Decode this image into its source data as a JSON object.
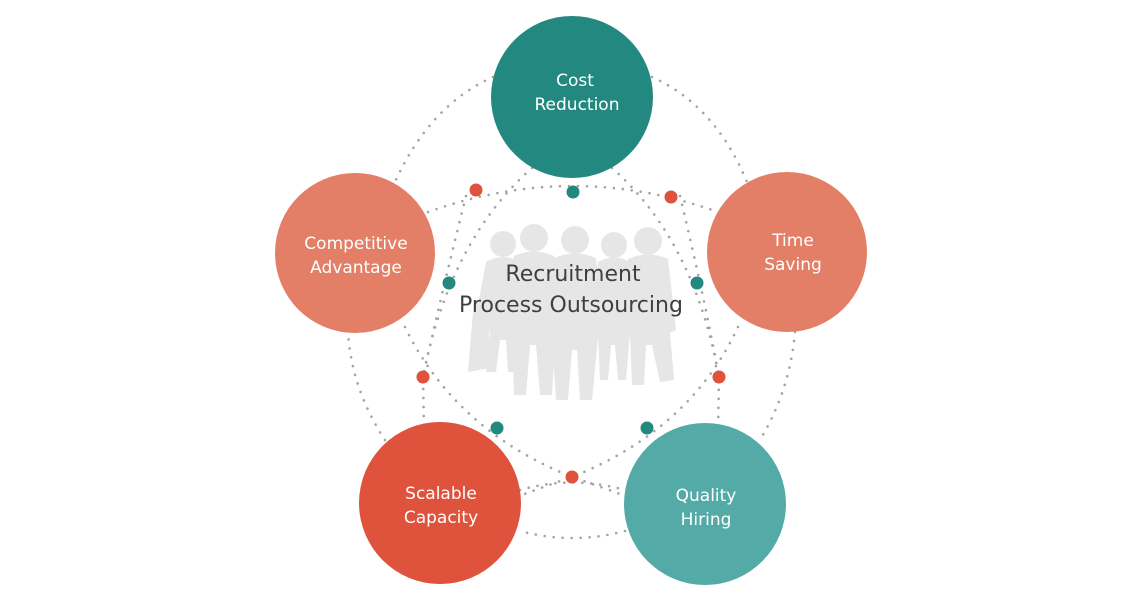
{
  "title": {
    "line1": "Recruitment",
    "line2": "Process Outsourcing"
  },
  "center_icon": "business-people-silhouette-icon",
  "nodes": [
    {
      "id": "cost-reduction",
      "line1": "Cost",
      "line2": "Reduction",
      "color": "#238880"
    },
    {
      "id": "time-saving",
      "line1": "Time",
      "line2": "Saving",
      "color": "#E37E67"
    },
    {
      "id": "quality-hiring",
      "line1": "Quality",
      "line2": "Hiring",
      "color": "#53AAA6"
    },
    {
      "id": "scalable-capacity",
      "line1": "Scalable",
      "line2": "Capacity",
      "color": "#DF523B"
    },
    {
      "id": "competitive-advantage",
      "line1": "Competitive",
      "line2": "Advantage",
      "color": "#E37E67"
    }
  ],
  "colors": {
    "connector_dot_teal": "#238880",
    "connector_dot_red": "#DF523B",
    "dotted_line": "#A3A3A3",
    "silhouette": "#E6E6E6",
    "center_text": "#3F3F3F"
  }
}
